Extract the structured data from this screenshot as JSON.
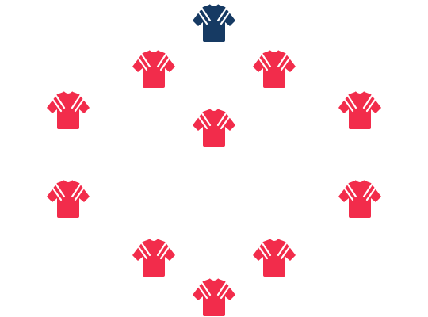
{
  "colors": {
    "background": "#ffffff",
    "goalkeeper_jersey": "#163a63",
    "outfield_jersey": "#f22c4b",
    "stripe": "#ffffff"
  },
  "players": [
    {
      "role": "goalkeeper",
      "icon": "jersey-icon"
    },
    {
      "role": "outfield",
      "icon": "jersey-icon"
    },
    {
      "role": "outfield",
      "icon": "jersey-icon"
    },
    {
      "role": "outfield",
      "icon": "jersey-icon"
    },
    {
      "role": "outfield",
      "icon": "jersey-icon"
    },
    {
      "role": "outfield",
      "icon": "jersey-icon"
    },
    {
      "role": "outfield",
      "icon": "jersey-icon"
    },
    {
      "role": "outfield",
      "icon": "jersey-icon"
    },
    {
      "role": "outfield",
      "icon": "jersey-icon"
    },
    {
      "role": "outfield",
      "icon": "jersey-icon"
    },
    {
      "role": "outfield",
      "icon": "jersey-icon"
    }
  ]
}
